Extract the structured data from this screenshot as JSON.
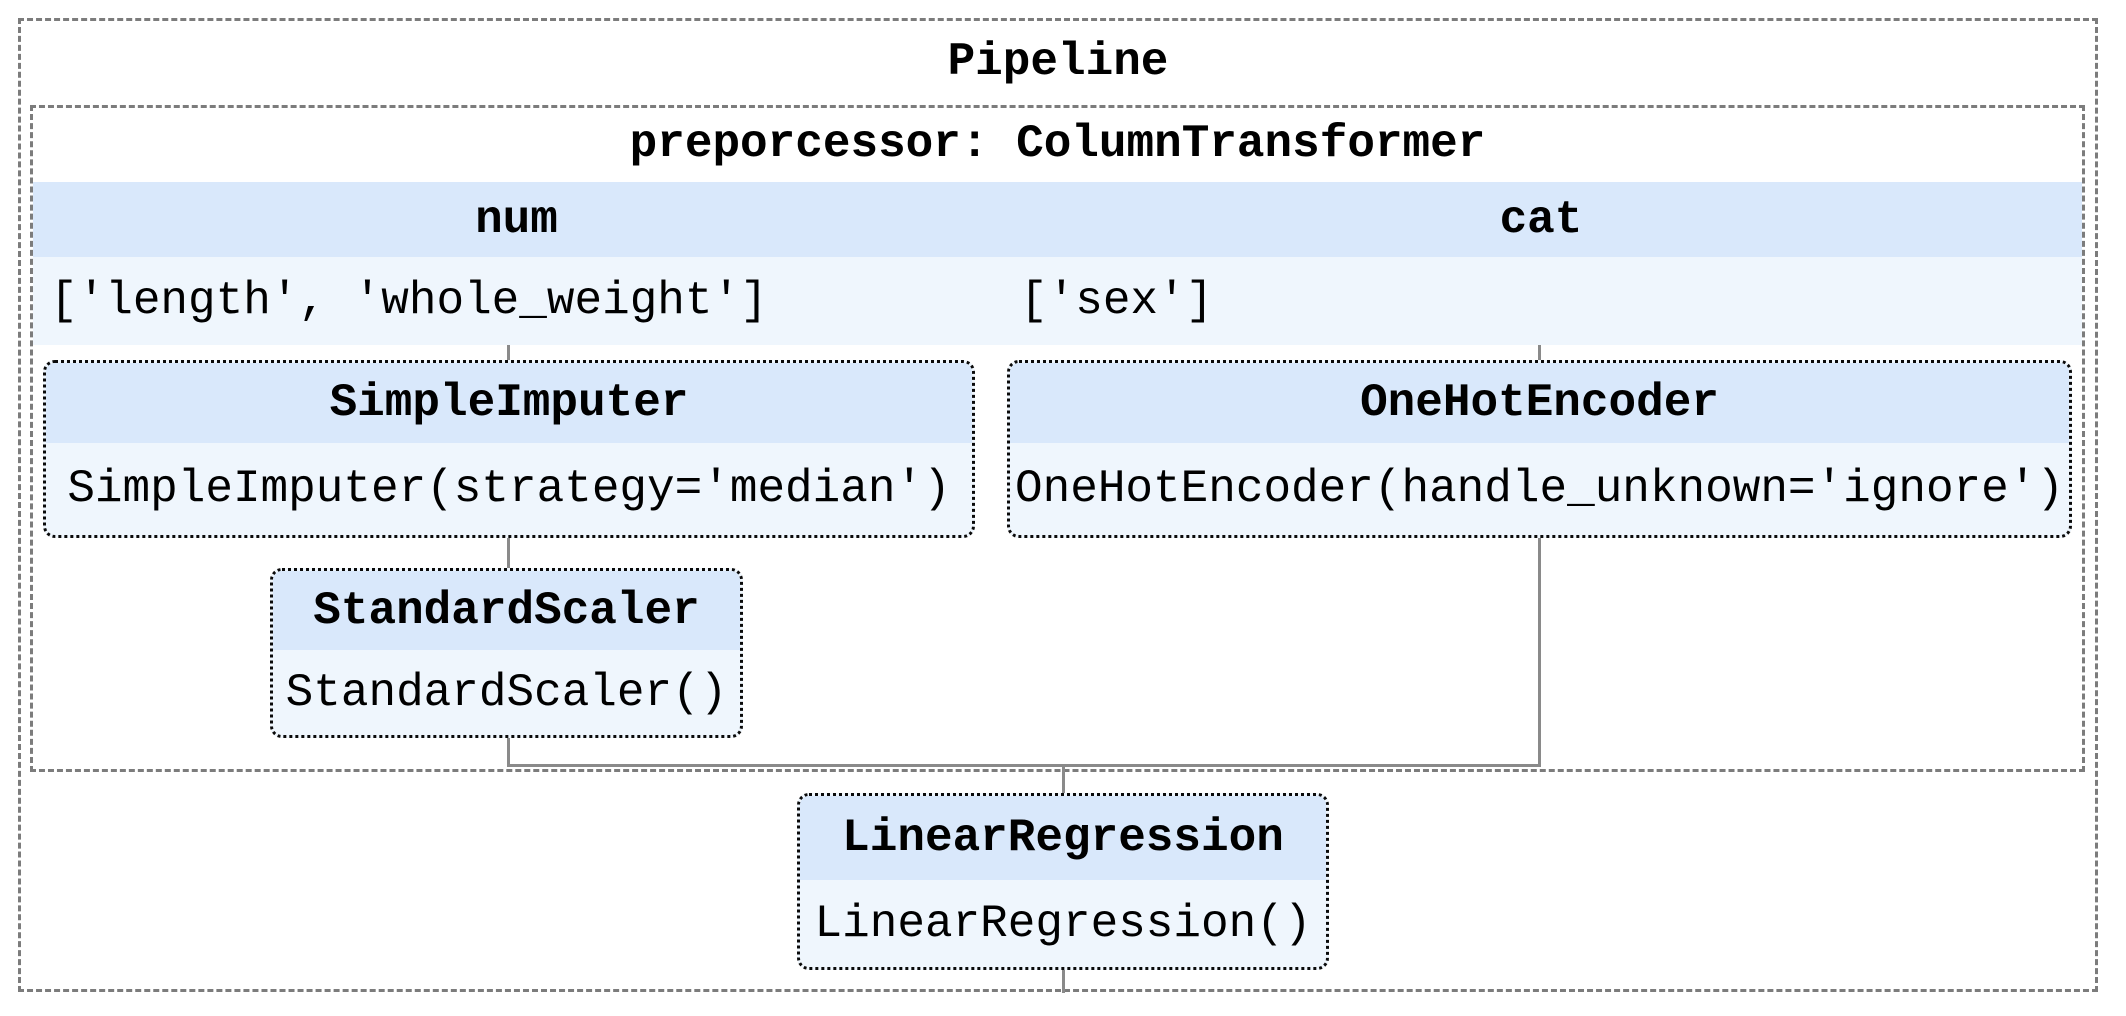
{
  "pipeline": {
    "label": "Pipeline"
  },
  "column_transformer": {
    "label": "preporcessor: ColumnTransformer",
    "columns": [
      {
        "name": "num",
        "features": "['length', 'whole_weight']"
      },
      {
        "name": "cat",
        "features": "['sex']"
      }
    ]
  },
  "estimators": {
    "simple_imputer": {
      "label": "SimpleImputer",
      "params": "SimpleImputer(strategy='median')"
    },
    "one_hot_encoder": {
      "label": "OneHotEncoder",
      "params": "OneHotEncoder(handle_unknown='ignore')"
    },
    "standard_scaler": {
      "label": "StandardScaler",
      "params": "StandardScaler()"
    },
    "linear_regression": {
      "label": "LinearRegression",
      "params": "LinearRegression()"
    }
  },
  "colors": {
    "header_bg": "#d9e8fb",
    "body_bg": "#eff6fd",
    "frame_border": "#7c7c7c",
    "connector": "#8a8a8a",
    "estimator_border": "#0a0a0a"
  }
}
